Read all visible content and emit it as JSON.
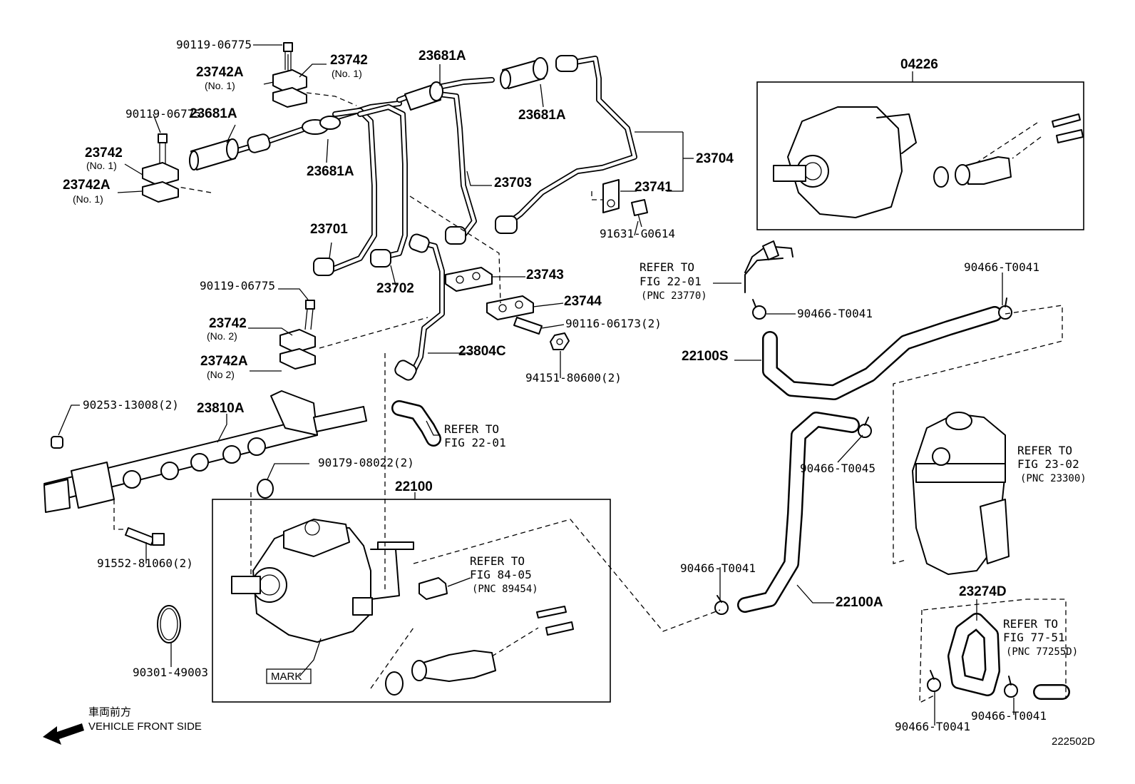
{
  "labels": {
    "p90119_a": "90119-06775",
    "p23742_a": "23742",
    "p23742_a_sub": "(No. 1)",
    "p23742A_a": "23742A",
    "p23742A_a_sub": "(No. 1)",
    "p90119_b": "90119-06775",
    "p23681A_left": "23681A",
    "p23742_b": "23742",
    "p23742_b_sub": "(No. 1)",
    "p23742A_b": "23742A",
    "p23742A_b_sub": "(No. 1)",
    "p23681A_top": "23681A",
    "p23681A_mid": "23681A",
    "p23681A_right": "23681A",
    "p23703": "23703",
    "p23704": "23704",
    "p23741": "23741",
    "p91631": "91631-G0614",
    "p23701": "23701",
    "p23702": "23702",
    "p23743": "23743",
    "p23744": "23744",
    "p90119_c": "90119-06775",
    "p90116": "90116-06173(2)",
    "p94151": "94151-80600(2)",
    "p23742_c": "23742",
    "p23742_c_sub": "(No. 2)",
    "p23742A_c": "23742A",
    "p23742A_c_sub": "(No 2)",
    "p23804C": "23804C",
    "p90253": "90253-13008(2)",
    "p23810A": "23810A",
    "refer_2201_b_1": "REFER TO",
    "refer_2201_b_2": "FIG 22-01",
    "p90179": "90179-08022(2)",
    "p22100": "22100",
    "p91552": "91552-81060(2)",
    "refer_8405_1": "REFER TO",
    "refer_8405_2": "FIG 84-05",
    "refer_8405_3": "(PNC 89454)",
    "p90301": "90301-49003",
    "mark": "MARK",
    "p04226": "04226",
    "refer_2201_a_1": "REFER TO",
    "refer_2201_a_2": "FIG 22-01",
    "refer_2201_a_3": "(PNC 23770)",
    "p90466_a": "90466-T0041",
    "p90466_b": "90466-T0041",
    "p22100S": "22100S",
    "p90466_c": "90466-T0045",
    "refer_2302_1": "REFER TO",
    "refer_2302_2": "FIG 23-02",
    "refer_2302_3": "(PNC 23300)",
    "p90466_d": "90466-T0041",
    "p22100A": "22100A",
    "p23274D": "23274D",
    "refer_7751_1": "REFER TO",
    "refer_7751_2": "FIG 77-51",
    "refer_7751_3": "(PNC 77255D)",
    "p90466_e": "90466-T0041",
    "p90466_f": "90466-T0041",
    "front_jp": "車両前方",
    "front_en": "VEHICLE FRONT SIDE",
    "diagram_id": "222502D"
  }
}
